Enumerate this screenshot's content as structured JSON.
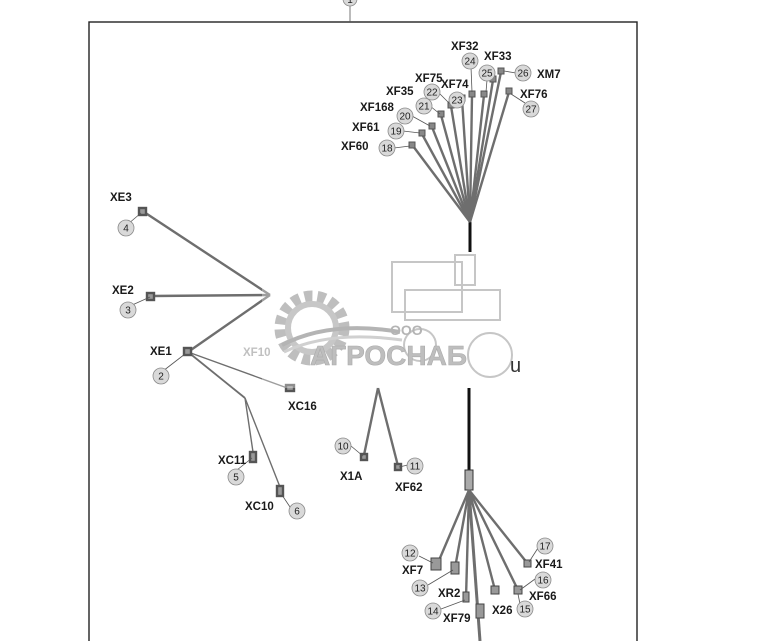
{
  "diagram": {
    "top_callout": "1",
    "stray_label": "u",
    "callouts": [
      {
        "num": "2",
        "connector": "XE1"
      },
      {
        "num": "3",
        "connector": "XE2"
      },
      {
        "num": "4",
        "connector": "XE3"
      },
      {
        "num": "5",
        "connector": "XC11"
      },
      {
        "num": "6",
        "connector": "XC10"
      },
      {
        "num": "10",
        "connector": "X1A"
      },
      {
        "num": "11",
        "connector": "XF62"
      },
      {
        "num": "12",
        "connector": "XF7"
      },
      {
        "num": "13",
        "connector": "XR2"
      },
      {
        "num": "14",
        "connector": "XF79"
      },
      {
        "num": "15",
        "connector": "X26"
      },
      {
        "num": "16",
        "connector": "XF66"
      },
      {
        "num": "17",
        "connector": "XF41"
      },
      {
        "num": "18",
        "connector": "XF60"
      },
      {
        "num": "19",
        "connector": "XF61"
      },
      {
        "num": "20",
        "connector": "XF168"
      },
      {
        "num": "21",
        "connector": "XF35"
      },
      {
        "num": "22",
        "connector": "XF75"
      },
      {
        "num": "23",
        "connector": "XF74"
      },
      {
        "num": "24",
        "connector": "XF32"
      },
      {
        "num": "25",
        "connector": "XF33"
      },
      {
        "num": "26",
        "connector": "XM7"
      },
      {
        "num": "27",
        "connector": "XF76"
      }
    ],
    "unnumbered_labels": [
      "XC16",
      "XF10"
    ]
  },
  "watermark": {
    "company_prefix": "ООО",
    "company_name": "АГРОСНАБ"
  }
}
